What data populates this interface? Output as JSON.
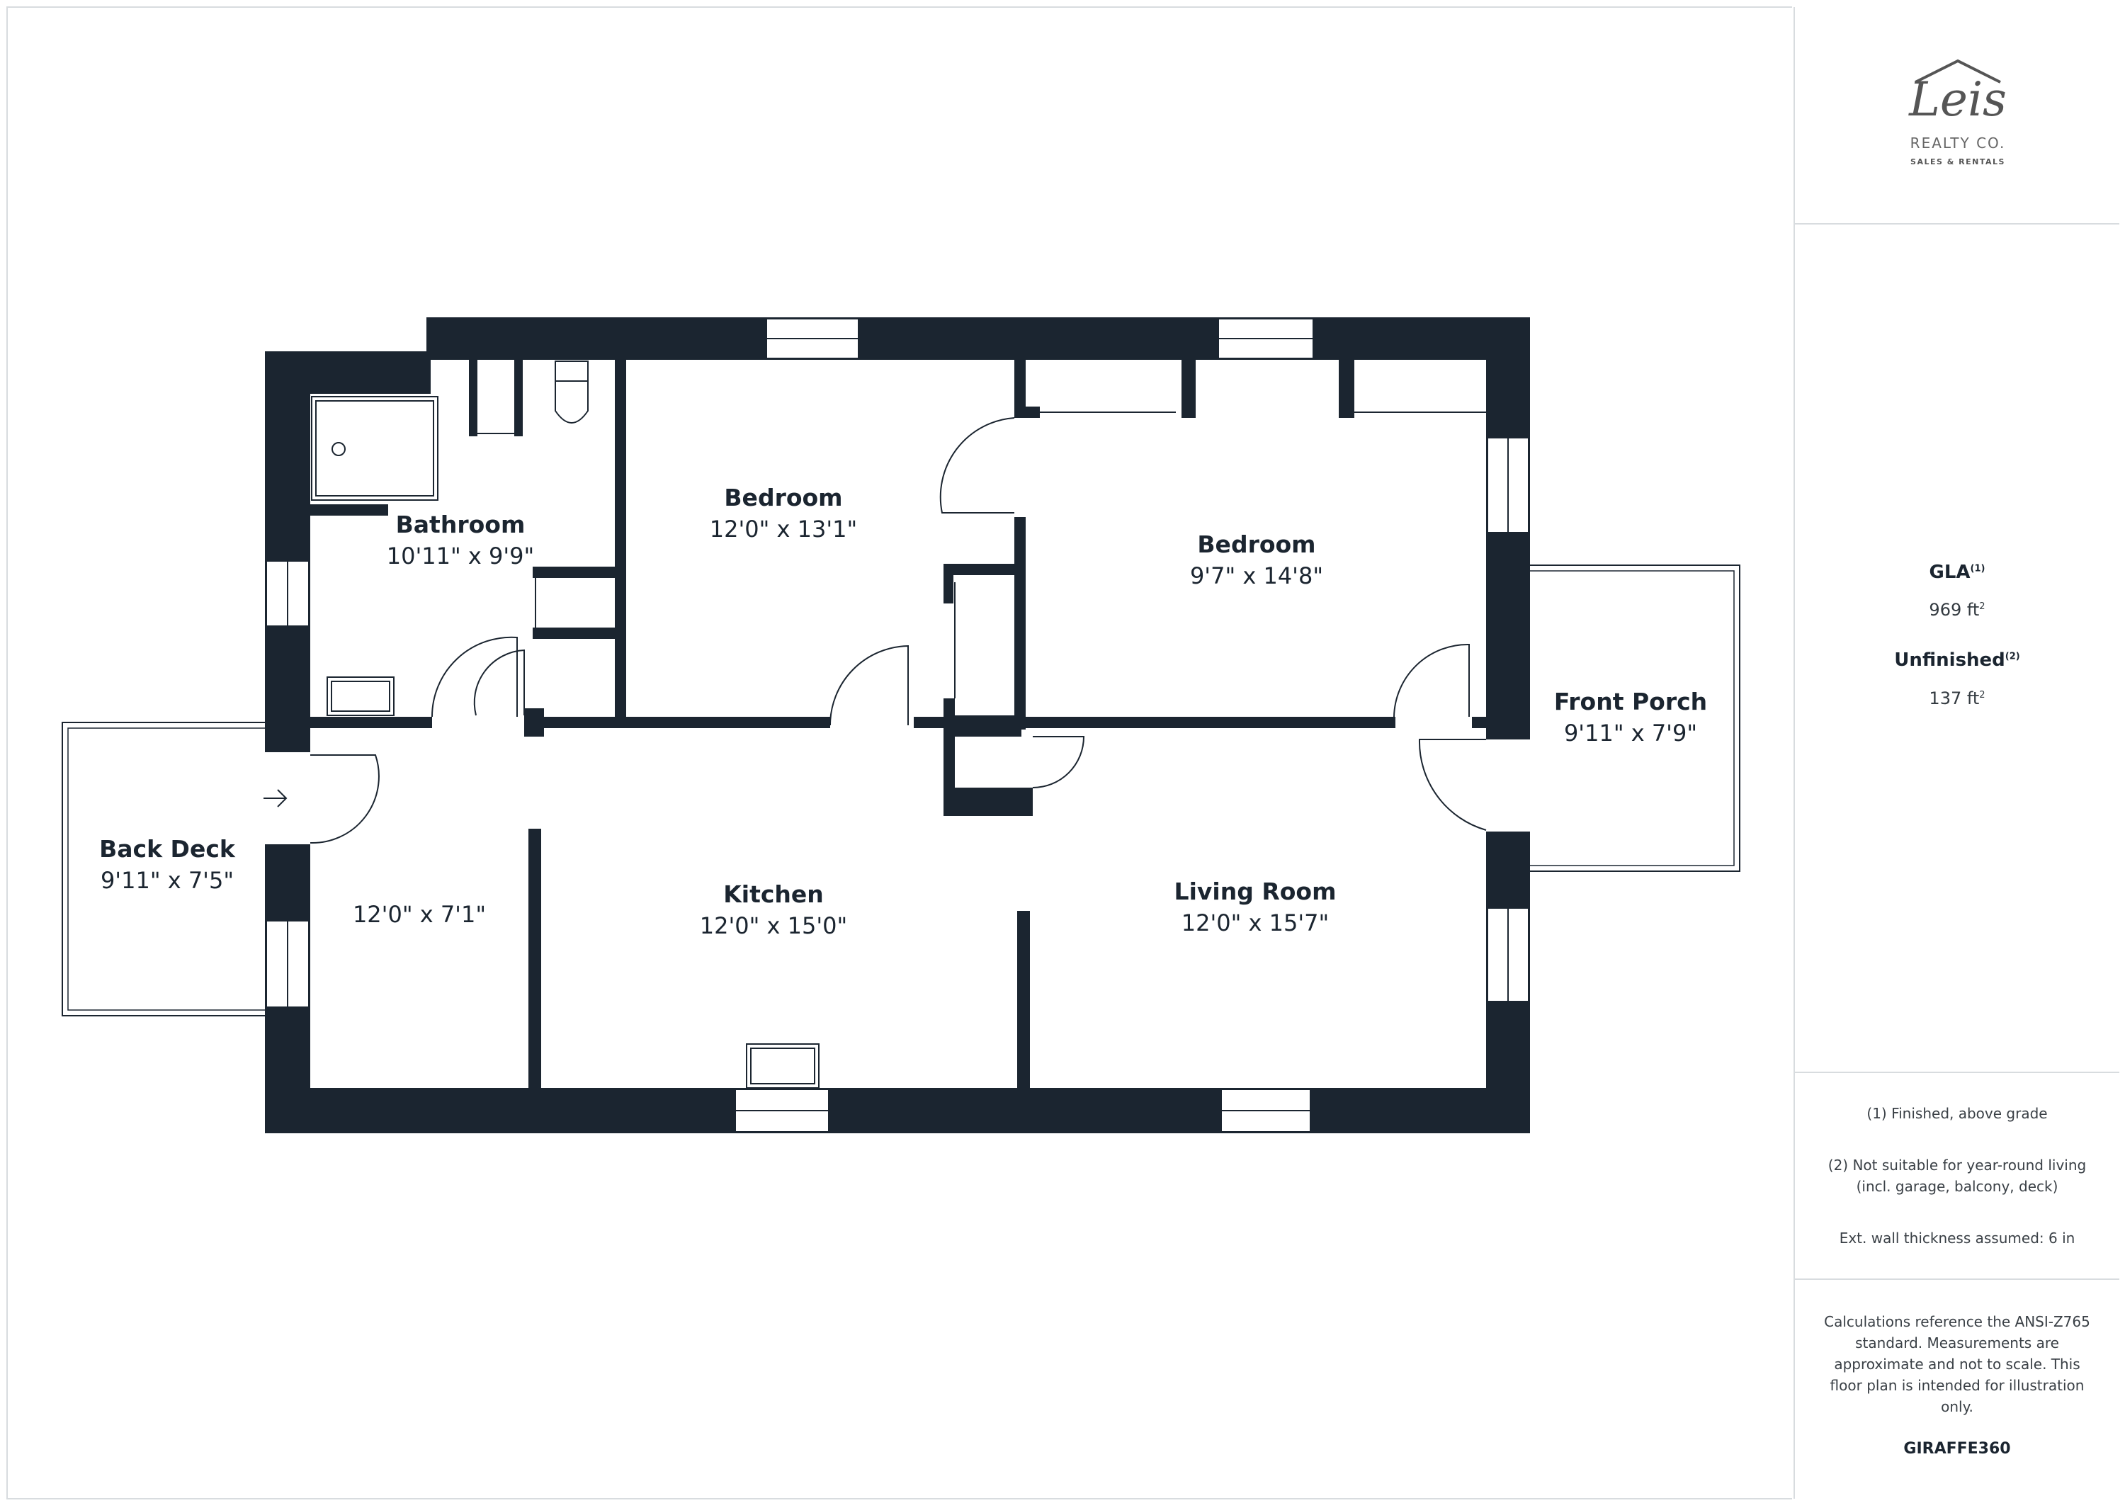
{
  "brand": {
    "logo_script": "Leis",
    "logo_line": "REALTY CO.",
    "logo_tag": "SALES & RENTALS",
    "footer": "GIRAFFE360"
  },
  "stats": {
    "gla_label": "GLA",
    "gla_sup": "(1)",
    "gla_value": "969 ft",
    "gla_unit_sup": "2",
    "unfinished_label": "Unfinished",
    "unfinished_sup": "(2)",
    "unfinished_value": "137 ft",
    "unfinished_unit_sup": "2"
  },
  "notes": {
    "n1": "(1) Finished, above grade",
    "n2a": "(2) Not suitable for year-round living",
    "n2b": "(incl. garage, balcony, deck)",
    "n3": "Ext. wall thickness assumed: 6 in"
  },
  "disclaimer": {
    "l1": "Calculations reference the ANSI-Z765",
    "l2": "standard. Measurements are",
    "l3": "approximate and not to scale. This",
    "l4": "floor plan is intended for illustration",
    "l5": "only."
  },
  "rooms": {
    "bathroom": {
      "name": "Bathroom",
      "dim": "10'11\" x 9'9\""
    },
    "bedroom1": {
      "name": "Bedroom",
      "dim": "12'0\" x 13'1\""
    },
    "bedroom2": {
      "name": "Bedroom",
      "dim": "9'7\" x 14'8\""
    },
    "front_porch": {
      "name": "Front Porch",
      "dim": "9'11\" x 7'9\""
    },
    "back_deck": {
      "name": "Back Deck",
      "dim": "9'11\" x 7'5\""
    },
    "entry": {
      "dim": "12'0\" x 7'1\""
    },
    "kitchen": {
      "name": "Kitchen",
      "dim": "12'0\" x 15'0\""
    },
    "living": {
      "name": "Living Room",
      "dim": "12'0\" x 15'7\""
    }
  },
  "colors": {
    "wall": "#1b2530",
    "divider": "#d8dcdf",
    "text": "#1b2530"
  }
}
